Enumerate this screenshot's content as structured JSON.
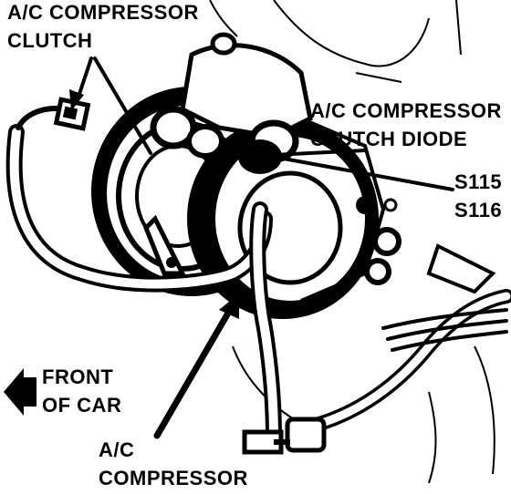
{
  "labels": {
    "clutch": [
      "A/C COMPRESSOR",
      "CLUTCH"
    ],
    "diode": [
      "A/C COMPRESSOR",
      "CLUTCH DIODE"
    ],
    "splices": [
      "S115",
      "S116"
    ],
    "front": [
      "FRONT",
      "OF CAR"
    ],
    "compressor": [
      "A/C",
      "COMPRESSOR"
    ]
  },
  "colors": {
    "ink": "#000000",
    "paper": "#ffffff"
  }
}
